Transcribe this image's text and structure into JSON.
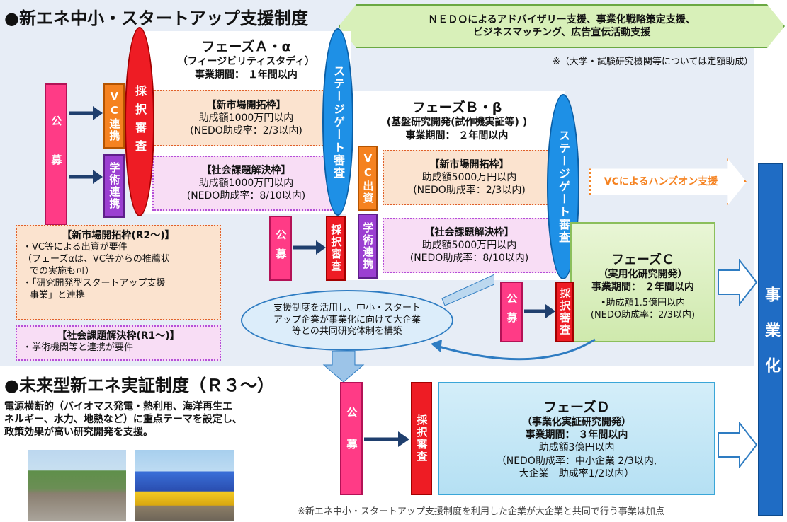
{
  "section1_title": "●新エネ中小・スタートアップ支援制度",
  "section2_title": "●未来型新エネ実証制度（Ｒ３～）",
  "nedo_support": {
    "line1": "ＮＥＤＯによるアドバイザリー支援、事業化戦略策定支援、",
    "line2": "ビジネスマッチング、広告宣伝活動支援"
  },
  "university_note": "※（大学・試験研究機関等については定額助成）",
  "koubo": "公募",
  "vc_renkei": "VC連携",
  "gakujutsu_renkei": "学術連携",
  "saitaku_shinsa": "採択審査",
  "stage_gate": "ステージゲート審査",
  "vc_shusshi": "VC出資",
  "phaseA": {
    "title": "フェーズＡ・α",
    "subtitle": "（フィージビリティスタディ）",
    "period": "事業期間： １年間以内",
    "newmarket": {
      "label": "【新市場開拓枠】",
      "amount": "助成額1000万円以内",
      "rate": "(NEDO助成率：2/3以内)"
    },
    "social": {
      "label": "【社会課題解決枠】",
      "amount": "助成額1000万円以内",
      "rate": "(NEDO助成率：8/10以内)"
    }
  },
  "phaseB": {
    "title": "フェーズＢ・β",
    "subtitle": "(基盤研究開発(試作機実証等) )",
    "period": "事業期間： ２年間以内",
    "newmarket": {
      "label": "【新市場開拓枠】",
      "amount": "助成額5000万円以内",
      "rate": "(NEDO助成率：2/3以内)"
    },
    "social": {
      "label": "【社会課題解決枠】",
      "amount": "助成額5000万円以内",
      "rate": "(NEDO助成率：8/10以内)"
    }
  },
  "hands_on": "VCによるハンズオン支援",
  "phaseC": {
    "title": "フェーズＣ",
    "subtitle": "（実用化研究開発）",
    "period": "事業期間： ２年間以内",
    "amount": "•助成額1.5億円以内",
    "rate": "(NEDO助成率：2/3以内)"
  },
  "phaseD": {
    "title": "フェーズＤ",
    "subtitle": "（事業化実証研究開発）",
    "period": "事業期間： ３年間以内",
    "amount": "助成額3億円以内",
    "rate1": "（NEDO助成率：中小企業 2/3以内,",
    "rate2": "大企業　助成率1/2以内）"
  },
  "jigyouka": "事業化",
  "note_newmarket": {
    "title": "【新市場開拓枠(R2～)】",
    "l1": "・VC等による出資が要件",
    "l2": "（フェーズαは、VC等からの推薦状",
    "l3": "での実施も可）",
    "l4": "・「研究開発型スタートアップ支援",
    "l5": "事業」と連携"
  },
  "note_social": {
    "title": "【社会課題解決枠(R1～)】",
    "l1": "・学術機関等と連携が要件"
  },
  "callout": {
    "l1": "支援制度を活用し、中小・スタート",
    "l2": "アップ企業が事業化に向けて大企業",
    "l3": "等との共同研究体制を構築"
  },
  "future_desc": {
    "l1": "電源横断的（バイオマス発電・熱利用、海洋再生エ",
    "l2": "ネルギー、水力、地熱など）に重点テーマを設定し、",
    "l3": "政策効果が高い研究開発を支援。"
  },
  "footnote": "※新エネ中小・スタートアップ支援制度を利用した企業が大企業と共同で行う事業は加点",
  "colors": {
    "red": "#ee1c24",
    "pink": "#ff3b86",
    "orange": "#f58220",
    "purple": "#9b3fd1",
    "blue": "#1e90e6",
    "navy": "#1f3f6e",
    "green": "#8bbf5b"
  }
}
